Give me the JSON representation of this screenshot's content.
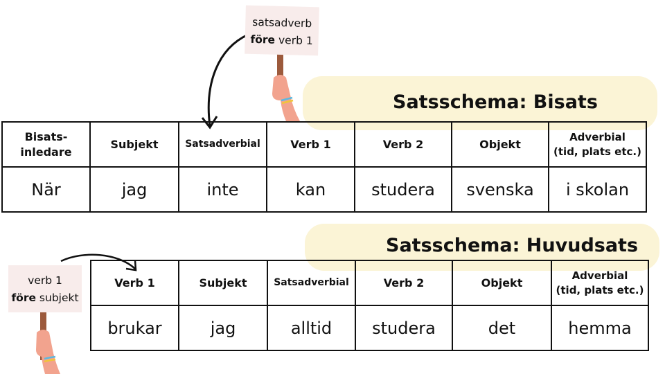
{
  "bisats": {
    "title": "Satsschema: Bisats",
    "headers": [
      "Bisats-\ninledare",
      "Subjekt",
      "Satsadverbial",
      "Verb 1",
      "Verb 2",
      "Objekt",
      "Adverbial\n(tid, plats etc.)"
    ],
    "values": [
      "När",
      "jag",
      "inte",
      "kan",
      "studera",
      "svenska",
      "i skolan"
    ],
    "sign": {
      "line1": "satsadverb",
      "bold": "före",
      "rest": " verb 1"
    }
  },
  "huvudsats": {
    "title": "Satsschema: Huvudsats",
    "headers": [
      "Verb 1",
      "Subjekt",
      "Satsadverbial",
      "Verb 2",
      "Objekt",
      "Adverbial\n(tid, plats etc.)"
    ],
    "values": [
      "brukar",
      "jag",
      "alltid",
      "studera",
      "det",
      "hemma"
    ],
    "sign": {
      "line1": "verb 1",
      "bold": "före",
      "rest": " subjekt"
    }
  },
  "colors": {
    "banner": "#fbf4d6",
    "sign": "#f8eceb",
    "stick": "#9c5a3c",
    "skin": "#f2a38e"
  }
}
